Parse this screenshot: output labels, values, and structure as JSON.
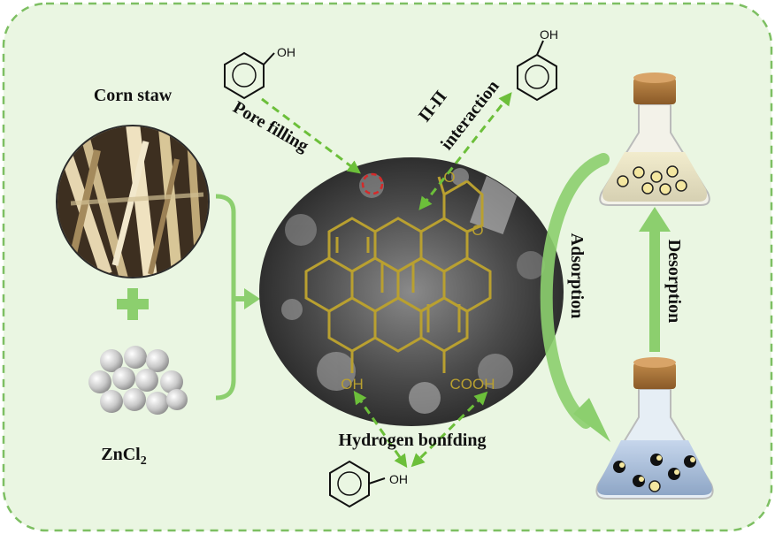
{
  "labels": {
    "corn_straw": "Corn staw",
    "zncl2_main": "ZnCl",
    "zncl2_sub": "2",
    "pore_filling": "Pore filling",
    "pi_pi_line1": "Π-Π",
    "pi_pi_line2": "interaction",
    "hydrogen_bonding": "Hydrogen bonfding",
    "adsorption": "Adsorption",
    "desorption": "Desorption",
    "oh": "OH",
    "o_ring": "O",
    "o_carbonyl": "O",
    "cooh": "COOH"
  },
  "colors": {
    "background": "#eaf6e2",
    "border_dash": "#7dbf62",
    "arrow_green": "#8ccf6e",
    "dash_arrow": "#6cbf3a",
    "structure": "#b9a030",
    "pore_marker": "#d42a2a"
  }
}
